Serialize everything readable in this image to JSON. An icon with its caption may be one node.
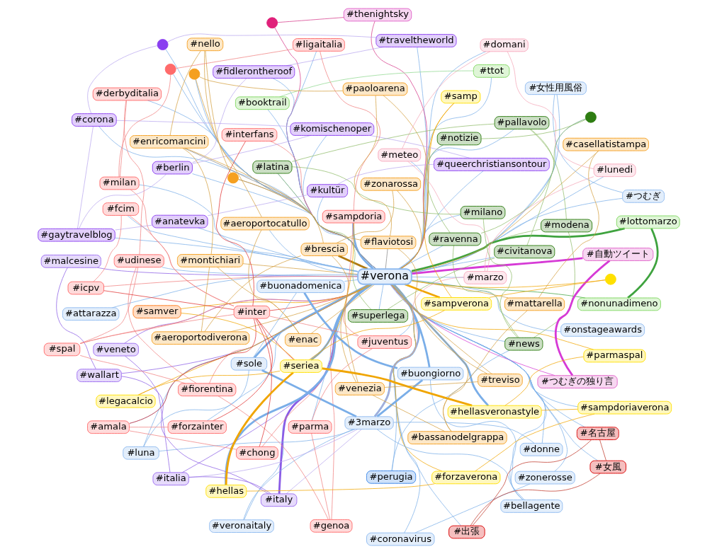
{
  "diagram": {
    "nodes": [
      {
        "text": [
          "#verona"
        ]
      },
      {
        "text": [
          "#3marzo"
        ]
      },
      {
        "text": [
          "#sole"
        ]
      },
      {
        "text": [
          "#buonadomenica"
        ]
      },
      {
        "text": [
          "#buongiorno"
        ]
      },
      {
        "text": [
          "#luna"
        ]
      },
      {
        "text": [
          "#veronaitaly"
        ]
      },
      {
        "text": [
          "#donne"
        ]
      },
      {
        "text": [
          "#coronavirus"
        ]
      },
      {
        "text": [
          "#zonerosse"
        ]
      },
      {
        "text": [
          "#bellagente"
        ]
      },
      {
        "text": [
          "#attarazza"
        ]
      },
      {
        "text": [
          "#onstageawards"
        ]
      },
      {
        "text": [
          "#つむぎ"
        ]
      },
      {
        "text": [
          "#女性用風俗"
        ]
      },
      {
        "text": [
          "#italia"
        ]
      },
      {
        "text": [
          "#italy"
        ]
      },
      {
        "text": [
          "#veneto"
        ]
      },
      {
        "text": [
          "#wallart"
        ]
      },
      {
        "text": [
          "#malcesine"
        ]
      },
      {
        "text": [
          "#marzo"
        ]
      },
      {
        "text": [
          "#meteo"
        ]
      },
      {
        "text": [
          "#lunedi"
        ]
      },
      {
        "text": [
          "#domani"
        ]
      },
      {
        "text": [
          "#pallavolo"
        ]
      },
      {
        "text": [
          "#ravenna"
        ]
      },
      {
        "text": [
          "#modena"
        ]
      },
      {
        "text": [
          "#notizie"
        ]
      },
      {
        "text": [
          "#perugia"
        ]
      },
      {
        "text": [
          "#news"
        ]
      },
      {
        "text": [],
        "shape": "circle"
      },
      {
        "text": [
          "#civitanova"
        ]
      },
      {
        "text": [
          "#superlega"
        ]
      },
      {
        "text": [
          "#latina"
        ]
      },
      {
        "text": [
          "#milano"
        ]
      },
      {
        "text": [
          "#berlin"
        ]
      },
      {
        "text": [
          "#fidlerontheroof"
        ]
      },
      {
        "text": [
          "#traveltheworld"
        ]
      },
      {
        "text": [
          "#gaytravelblog"
        ]
      },
      {
        "text": [
          "#anatevka"
        ]
      },
      {
        "text": [],
        "shape": "circle"
      },
      {
        "text": [
          "#corona"
        ]
      },
      {
        "text": [
          "#komischenoper"
        ]
      },
      {
        "text": [
          "#kultür"
        ]
      },
      {
        "text": [
          "#queerchristiansontour"
        ]
      },
      {
        "text": [
          "#出張"
        ]
      },
      {
        "text": [
          "#名古屋"
        ]
      },
      {
        "text": [
          "#女風"
        ]
      },
      {
        "text": [
          "#lottomarzo"
        ]
      },
      {
        "text": [
          "#nonunadimeno"
        ]
      },
      {
        "text": [
          "#booktrail"
        ]
      },
      {
        "text": [
          "#ttot"
        ]
      },
      {
        "text": [
          "#thenightsky"
        ]
      },
      {
        "text": [],
        "shape": "circle"
      },
      {
        "text": [
          "#自動ツイート"
        ]
      },
      {
        "text": [
          "#つむぎの独り言"
        ]
      },
      {
        "text": [
          "#spal"
        ]
      },
      {
        "text": [
          "#udinese"
        ]
      },
      {
        "text": [
          "#derbyditalia"
        ]
      },
      {
        "text": [
          "#milan"
        ]
      },
      {
        "text": [],
        "shape": "circle"
      },
      {
        "text": [
          "#ligaitalia"
        ]
      },
      {
        "text": [
          "#fiorentina"
        ]
      },
      {
        "text": [
          "#sampdoria"
        ]
      },
      {
        "text": [
          "#genoa"
        ]
      },
      {
        "text": [
          "#parma"
        ]
      },
      {
        "text": [
          "#juventus"
        ]
      },
      {
        "text": [
          "#inter"
        ]
      },
      {
        "text": [
          "#chong"
        ]
      },
      {
        "text": [
          "#amala"
        ]
      },
      {
        "text": [
          "#forzainter"
        ]
      },
      {
        "text": [
          "#interfans"
        ]
      },
      {
        "text": [
          "#fcim"
        ]
      },
      {
        "text": [
          "#icpv"
        ]
      },
      {
        "text": [
          "#seriea"
        ]
      },
      {
        "text": [
          "#forzaverona"
        ]
      },
      {
        "text": [
          "#sampdoriaverona"
        ]
      },
      {
        "text": [
          "#hellasveronastyle"
        ]
      },
      {
        "text": [
          "#hellas"
        ]
      },
      {
        "text": [
          "#parmaspal"
        ]
      },
      {
        "text": [
          "#samver"
        ]
      },
      {
        "text": [
          "#legacalcio"
        ]
      },
      {
        "text": [],
        "shape": "circle"
      },
      {
        "text": [
          "#sampverona"
        ]
      },
      {
        "text": [
          "#samp"
        ]
      },
      {
        "text": [
          "#enricomancini"
        ]
      },
      {
        "text": [
          "#nello"
        ]
      },
      {
        "text": [],
        "shape": "circle"
      },
      {
        "text": [
          "#montichiari"
        ]
      },
      {
        "text": [
          "#flaviotosi"
        ]
      },
      {
        "text": [
          "#paoloarena"
        ]
      },
      {
        "text": [
          "#aeroportodiverona"
        ]
      },
      {
        "text": [
          "#zonarossa"
        ]
      },
      {
        "text": [],
        "shape": "circle"
      },
      {
        "text": [
          "#aeroportocatullo"
        ]
      },
      {
        "text": [
          "#brescia"
        ]
      },
      {
        "text": [
          "#venezia"
        ]
      },
      {
        "text": [
          "#enac"
        ]
      },
      {
        "text": [
          "#treviso"
        ]
      },
      {
        "text": [
          "#bassanodelgrappa"
        ]
      },
      {
        "text": [
          "#mattarella"
        ]
      },
      {
        "text": [
          "#casellatistampa"
        ]
      }
    ],
    "edges": [
      {
        "from": 0,
        "to": 1,
        "arrow": "none",
        "style": "thick"
      },
      {
        "from": 0,
        "to": 2,
        "arrow": "none",
        "style": "thick"
      },
      {
        "from": 0,
        "to": 3,
        "arrow": "none"
      },
      {
        "from": 0,
        "to": 4,
        "arrow": "none",
        "style": "thick"
      },
      {
        "from": 0,
        "to": 5,
        "arrow": "none"
      },
      {
        "from": 0,
        "to": 6,
        "arrow": "none"
      },
      {
        "from": 0,
        "to": 7,
        "arrow": "none"
      },
      {
        "from": 0,
        "to": 8,
        "arrow": "none"
      },
      {
        "from": 0,
        "to": 9,
        "arrow": "none"
      },
      {
        "from": 0,
        "to": 10,
        "arrow": "none"
      },
      {
        "from": 0,
        "to": 11,
        "arrow": "none"
      },
      {
        "from": 0,
        "to": 12,
        "arrow": "none"
      },
      {
        "from": 0,
        "to": 13,
        "arrow": "none"
      },
      {
        "from": 0,
        "to": 14,
        "arrow": "none"
      },
      {
        "from": 0,
        "to": 15,
        "arrow": "none",
        "color": "#8a5ce6"
      },
      {
        "from": 0,
        "to": 16,
        "arrow": "none",
        "style": "thick",
        "color": "#8a5ce6"
      },
      {
        "from": 0,
        "to": 17,
        "arrow": "none",
        "color": "#8a5ce6"
      },
      {
        "from": 0,
        "to": 18,
        "arrow": "none",
        "color": "#8a5ce6"
      },
      {
        "from": 0,
        "to": 19,
        "arrow": "none",
        "color": "#8a5ce6"
      },
      {
        "from": 0,
        "to": 20,
        "arrow": "none"
      },
      {
        "from": 0,
        "to": 21,
        "arrow": "none"
      },
      {
        "from": 0,
        "to": 22,
        "arrow": "none"
      },
      {
        "from": 0,
        "to": 23,
        "arrow": "none"
      },
      {
        "from": 0,
        "to": 24,
        "arrow": "none"
      },
      {
        "from": 0,
        "to": 25,
        "arrow": "none"
      },
      {
        "from": 0,
        "to": 26,
        "arrow": "none",
        "color": "#8fbc6a"
      },
      {
        "from": 0,
        "to": 27,
        "arrow": "none"
      },
      {
        "from": 0,
        "to": 28,
        "arrow": "none"
      },
      {
        "from": 0,
        "to": 29,
        "arrow": "none"
      },
      {
        "from": 0,
        "to": 30,
        "arrow": "none"
      },
      {
        "from": 0,
        "to": 31,
        "arrow": "none"
      },
      {
        "from": 0,
        "to": 32,
        "arrow": "none"
      },
      {
        "from": 0,
        "to": 33,
        "arrow": "none"
      },
      {
        "from": 0,
        "to": 34,
        "arrow": "none"
      },
      {
        "from": 0,
        "to": 35,
        "arrow": "none"
      },
      {
        "from": 0,
        "to": 36,
        "arrow": "none"
      },
      {
        "from": 0,
        "to": 37,
        "arrow": "none"
      },
      {
        "from": 0,
        "to": 38,
        "arrow": "none"
      },
      {
        "from": 0,
        "to": 39,
        "arrow": "none"
      },
      {
        "from": 0,
        "to": 40,
        "arrow": "none"
      },
      {
        "from": 0,
        "to": 41,
        "arrow": "none"
      },
      {
        "from": 0,
        "to": 42,
        "arrow": "none"
      },
      {
        "from": 0,
        "to": 43,
        "arrow": "none"
      },
      {
        "from": 0,
        "to": 44,
        "arrow": "none"
      },
      {
        "from": 0,
        "to": 45,
        "arrow": "none"
      },
      {
        "from": 0,
        "to": 46,
        "arrow": "none"
      },
      {
        "from": 0,
        "to": 47,
        "arrow": "none"
      },
      {
        "from": 0,
        "to": 48,
        "arrow": "none",
        "style": "thick",
        "color": "#3fa33f"
      },
      {
        "from": 0,
        "to": 49,
        "arrow": "none",
        "color": "#3fa33f"
      },
      {
        "from": 0,
        "to": 50,
        "arrow": "none"
      },
      {
        "from": 0,
        "to": 51,
        "arrow": "none"
      },
      {
        "from": 0,
        "to": 52,
        "arrow": "none",
        "color": "#d63a8a"
      },
      {
        "from": 0,
        "to": 53,
        "arrow": "none",
        "color": "#d63a8a"
      },
      {
        "from": 0,
        "to": 54,
        "arrow": "none",
        "style": "thick",
        "color": "#d63ad6"
      },
      {
        "from": 0,
        "to": 55,
        "arrow": "none",
        "color": "#d63ad6"
      },
      {
        "from": 0,
        "to": 56,
        "arrow": "none",
        "color": "#f08080"
      },
      {
        "from": 0,
        "to": 57,
        "arrow": "none"
      },
      {
        "from": 0,
        "to": 58,
        "arrow": "none"
      },
      {
        "from": 0,
        "to": 59,
        "arrow": "none"
      },
      {
        "from": 0,
        "to": 60,
        "arrow": "none"
      },
      {
        "from": 0,
        "to": 61,
        "arrow": "none"
      },
      {
        "from": 0,
        "to": 62,
        "arrow": "none",
        "color": "#f08080"
      },
      {
        "from": 0,
        "to": 63,
        "arrow": "none",
        "style": "thick"
      },
      {
        "from": 0,
        "to": 64,
        "arrow": "none",
        "color": "#f08080"
      },
      {
        "from": 0,
        "to": 65,
        "arrow": "none"
      },
      {
        "from": 0,
        "to": 66,
        "arrow": "none"
      },
      {
        "from": 0,
        "to": 67,
        "arrow": "none",
        "color": "#e03030"
      },
      {
        "from": 0,
        "to": 68,
        "arrow": "none",
        "color": "#f08080"
      },
      {
        "from": 0,
        "to": 69,
        "arrow": "none"
      },
      {
        "from": 0,
        "to": 70,
        "arrow": "none"
      },
      {
        "from": 0,
        "to": 71,
        "arrow": "none",
        "color": "#f08080"
      },
      {
        "from": 0,
        "to": 72,
        "arrow": "none"
      },
      {
        "from": 0,
        "to": 73,
        "arrow": "none",
        "color": "#f08080"
      },
      {
        "from": 0,
        "to": 74,
        "arrow": "none",
        "style": "thick"
      },
      {
        "from": 0,
        "to": 75,
        "arrow": "none",
        "color": "#f0a500"
      },
      {
        "from": 0,
        "to": 76,
        "arrow": "none"
      },
      {
        "from": 0,
        "to": 77,
        "arrow": "none",
        "style": "thick"
      },
      {
        "from": 0,
        "to": 78,
        "arrow": "none",
        "style": "thick"
      },
      {
        "from": 0,
        "to": 79,
        "arrow": "none",
        "color": "#f0a500"
      },
      {
        "from": 0,
        "to": 80,
        "arrow": "none",
        "color": "#f0a500"
      },
      {
        "from": 0,
        "to": 81,
        "arrow": "none",
        "color": "#f0a500"
      },
      {
        "from": 0,
        "to": 82,
        "arrow": "none",
        "color": "#f0a500"
      },
      {
        "from": 0,
        "to": 83,
        "arrow": "none",
        "style": "thick",
        "color": "#f0a500"
      },
      {
        "from": 0,
        "to": 84,
        "arrow": "none",
        "color": "#f0a500"
      },
      {
        "from": 0,
        "to": 85,
        "arrow": "none",
        "color": "#888888"
      },
      {
        "from": 0,
        "to": 86,
        "arrow": "none",
        "color": "#d4a040"
      },
      {
        "from": 0,
        "to": 87,
        "arrow": "none",
        "color": "#888888"
      },
      {
        "from": 0,
        "to": 88,
        "arrow": "none",
        "color": "#d4a040"
      },
      {
        "from": 0,
        "to": 89,
        "arrow": "none",
        "color": "#888888"
      },
      {
        "from": 0,
        "to": 90,
        "arrow": "none",
        "color": "#d4a040"
      },
      {
        "from": 0,
        "to": 91,
        "arrow": "none",
        "color": "#d4a040"
      },
      {
        "from": 0,
        "to": 92,
        "arrow": "none",
        "color": "#d4a040"
      },
      {
        "from": 0,
        "to": 93,
        "arrow": "none"
      },
      {
        "from": 0,
        "to": 94,
        "arrow": "none"
      },
      {
        "from": 0,
        "to": 95,
        "arrow": "none",
        "style": "thick",
        "color": "#b07a10"
      },
      {
        "from": 0,
        "to": 96,
        "arrow": "none",
        "color": "#d4a040"
      },
      {
        "from": 0,
        "to": 97,
        "arrow": "none",
        "color": "#d4a040"
      },
      {
        "from": 0,
        "to": 98,
        "arrow": "none",
        "color": "#d4a040"
      },
      {
        "from": 0,
        "to": 99,
        "arrow": "none",
        "color": "#d4a040"
      },
      {
        "from": 0,
        "to": 100,
        "arrow": "none",
        "color": "#d4a040"
      },
      {
        "from": 0,
        "to": 101,
        "arrow": "none",
        "color": "#d4a040"
      },
      {
        "from": 1,
        "to": 2,
        "arrow": "none",
        "style": "thick"
      },
      {
        "from": 2,
        "to": 3,
        "arrow": "none"
      },
      {
        "from": 3,
        "to": 4,
        "arrow": "none",
        "style": "thick"
      },
      {
        "from": 1,
        "to": 4,
        "arrow": "none",
        "style": "thick"
      },
      {
        "from": 1,
        "to": 5,
        "arrow": "none"
      },
      {
        "from": 2,
        "to": 5,
        "arrow": "none"
      },
      {
        "from": 1,
        "to": 6,
        "arrow": "none"
      },
      {
        "from": 1,
        "to": 10,
        "arrow": "none"
      },
      {
        "from": 4,
        "to": 10,
        "arrow": "none"
      },
      {
        "from": 8,
        "to": 9,
        "arrow": "none"
      },
      {
        "from": 1,
        "to": 7,
        "arrow": "none"
      },
      {
        "from": 13,
        "to": 14,
        "arrow": "none"
      },
      {
        "from": 15,
        "to": 16,
        "arrow": "none",
        "color": "#8a5ce6"
      },
      {
        "from": 15,
        "to": 17,
        "arrow": "none",
        "color": "#8a5ce6"
      },
      {
        "from": 16,
        "to": 18,
        "arrow": "none",
        "color": "#8a5ce6"
      },
      {
        "from": 18,
        "to": 19,
        "arrow": "none",
        "color": "#8a5ce6"
      },
      {
        "from": 16,
        "to": 1,
        "arrow": "none",
        "color": "#b9a8ef"
      },
      {
        "from": 15,
        "to": 1,
        "arrow": "none",
        "color": "#b9a8ef"
      },
      {
        "from": 20,
        "to": 21,
        "arrow": "none",
        "color": "#f4a6b8"
      },
      {
        "from": 20,
        "to": 22,
        "arrow": "none",
        "color": "#f4a6b8"
      },
      {
        "from": 21,
        "to": 23,
        "arrow": "none",
        "color": "#f4a6b8"
      },
      {
        "from": 22,
        "to": 23,
        "arrow": "none",
        "color": "#f4a6b8"
      },
      {
        "from": 20,
        "to": 1,
        "arrow": "none",
        "color": "#f4a6b8"
      },
      {
        "from": 24,
        "to": 25,
        "arrow": "none",
        "color": "#8fbc6a"
      },
      {
        "from": 25,
        "to": 27,
        "arrow": "none",
        "color": "#8fbc6a"
      },
      {
        "from": 27,
        "to": 30,
        "arrow": "none",
        "color": "#8fbc6a"
      },
      {
        "from": 30,
        "to": 31,
        "arrow": "none",
        "color": "#8fbc6a"
      },
      {
        "from": 31,
        "to": 32,
        "arrow": "none",
        "color": "#8fbc6a"
      },
      {
        "from": 32,
        "to": 33,
        "arrow": "none",
        "color": "#8fbc6a"
      },
      {
        "from": 33,
        "to": 34,
        "arrow": "none",
        "color": "#8fbc6a"
      },
      {
        "from": 34,
        "to": 29,
        "arrow": "none",
        "color": "#8fbc6a"
      },
      {
        "from": 29,
        "to": 26,
        "arrow": "none",
        "color": "#8fbc6a"
      },
      {
        "from": 26,
        "to": 24,
        "arrow": "none",
        "color": "#8fbc6a"
      },
      {
        "from": 24,
        "to": 33,
        "arrow": "none",
        "color": "#8fbc6a"
      },
      {
        "from": 25,
        "to": 29,
        "arrow": "none",
        "color": "#8fbc6a"
      },
      {
        "from": 28,
        "to": 29,
        "arrow": "none"
      },
      {
        "from": 35,
        "to": 36,
        "arrow": "none",
        "color": "#b9a8ef"
      },
      {
        "from": 36,
        "to": 37,
        "arrow": "none",
        "color": "#b9a8ef"
      },
      {
        "from": 37,
        "to": 40,
        "arrow": "none",
        "color": "#b9a8ef"
      },
      {
        "from": 40,
        "to": 41,
        "arrow": "none",
        "color": "#b9a8ef"
      },
      {
        "from": 41,
        "to": 42,
        "arrow": "none",
        "color": "#b9a8ef"
      },
      {
        "from": 42,
        "to": 44,
        "arrow": "none",
        "color": "#b9a8ef"
      },
      {
        "from": 44,
        "to": 43,
        "arrow": "none",
        "color": "#b9a8ef"
      },
      {
        "from": 43,
        "to": 39,
        "arrow": "none",
        "color": "#b9a8ef"
      },
      {
        "from": 39,
        "to": 38,
        "arrow": "none",
        "color": "#b9a8ef"
      },
      {
        "from": 38,
        "to": 35,
        "arrow": "none",
        "color": "#b9a8ef"
      },
      {
        "from": 35,
        "to": 42,
        "arrow": "none",
        "color": "#b9a8ef"
      },
      {
        "from": 38,
        "to": 41,
        "arrow": "none",
        "color": "#b9a8ef"
      },
      {
        "from": 45,
        "to": 46,
        "arrow": "none",
        "color": "#c0392b"
      },
      {
        "from": 46,
        "to": 47,
        "arrow": "none",
        "color": "#c0392b"
      },
      {
        "from": 45,
        "to": 47,
        "arrow": "none",
        "color": "#c0392b"
      },
      {
        "from": 48,
        "to": 49,
        "arrow": "none",
        "style": "thick",
        "color": "#3fa33f"
      },
      {
        "from": 50,
        "to": 51,
        "arrow": "none",
        "color": "#8fd88f"
      },
      {
        "from": 52,
        "to": 53,
        "arrow": "none",
        "color": "#d63a8a"
      },
      {
        "from": 54,
        "to": 55,
        "arrow": "none",
        "style": "thick",
        "color": "#d63ad6"
      },
      {
        "from": 56,
        "to": 57,
        "arrow": "none",
        "color": "#f08080"
      },
      {
        "from": 57,
        "to": 58,
        "arrow": "none",
        "color": "#f08080"
      },
      {
        "from": 58,
        "to": 59,
        "arrow": "none",
        "color": "#f08080"
      },
      {
        "from": 59,
        "to": 60,
        "arrow": "none",
        "color": "#f08080"
      },
      {
        "from": 60,
        "to": 61,
        "arrow": "none",
        "color": "#f08080"
      },
      {
        "from": 61,
        "to": 63,
        "arrow": "none",
        "color": "#f08080"
      },
      {
        "from": 56,
        "to": 62,
        "arrow": "none",
        "color": "#f08080"
      },
      {
        "from": 62,
        "to": 64,
        "arrow": "none",
        "color": "#f08080"
      },
      {
        "from": 64,
        "to": 65,
        "arrow": "none",
        "color": "#f08080"
      },
      {
        "from": 65,
        "to": 66,
        "arrow": "none",
        "color": "#f08080"
      },
      {
        "from": 66,
        "to": 67,
        "arrow": "none",
        "color": "#f08080"
      },
      {
        "from": 57,
        "to": 62,
        "arrow": "none",
        "color": "#f08080"
      },
      {
        "from": 56,
        "to": 67,
        "arrow": "none",
        "color": "#f08080"
      },
      {
        "from": 59,
        "to": 67,
        "arrow": "none",
        "color": "#f08080"
      },
      {
        "from": 63,
        "to": 66,
        "arrow": "none",
        "color": "#f08080"
      },
      {
        "from": 67,
        "to": 68,
        "arrow": "none",
        "color": "#e03030"
      },
      {
        "from": 67,
        "to": 69,
        "arrow": "none",
        "color": "#e03030"
      },
      {
        "from": 67,
        "to": 70,
        "arrow": "none",
        "color": "#e03030"
      },
      {
        "from": 67,
        "to": 71,
        "arrow": "none",
        "color": "#e03030"
      },
      {
        "from": 67,
        "to": 72,
        "arrow": "none",
        "color": "#f08080"
      },
      {
        "from": 67,
        "to": 73,
        "arrow": "none",
        "color": "#e03030"
      },
      {
        "from": 69,
        "to": 70,
        "arrow": "none",
        "color": "#f08080"
      },
      {
        "from": 72,
        "to": 73,
        "arrow": "none",
        "color": "#f08080"
      },
      {
        "from": 68,
        "to": 69,
        "arrow": "none",
        "color": "#f08080"
      },
      {
        "from": 74,
        "to": 78,
        "arrow": "none",
        "style": "thick",
        "color": "#f0a500"
      },
      {
        "from": 74,
        "to": 77,
        "arrow": "none",
        "style": "thick",
        "color": "#f0a500"
      },
      {
        "from": 75,
        "to": 76,
        "arrow": "none",
        "color": "#f0a500"
      },
      {
        "from": 75,
        "to": 78,
        "arrow": "none",
        "color": "#f0a500"
      },
      {
        "from": 76,
        "to": 77,
        "arrow": "none",
        "color": "#f0a500"
      },
      {
        "from": 77,
        "to": 79,
        "arrow": "none",
        "color": "#f0a500"
      },
      {
        "from": 74,
        "to": 80,
        "arrow": "none",
        "color": "#f0a500"
      },
      {
        "from": 74,
        "to": 81,
        "arrow": "none",
        "color": "#f0a500"
      },
      {
        "from": 74,
        "to": 83,
        "arrow": "none",
        "color": "#f0a500"
      },
      {
        "from": 82,
        "to": 83,
        "arrow": "none",
        "color": "#f0a500"
      },
      {
        "from": 83,
        "to": 84,
        "arrow": "none",
        "color": "#f0a500"
      },
      {
        "from": 74,
        "to": 67,
        "arrow": "none",
        "color": "#e03030"
      },
      {
        "from": 74,
        "to": 63,
        "arrow": "none",
        "color": "#f0a500"
      },
      {
        "from": 85,
        "to": 86,
        "arrow": "none",
        "color": "#d4a040"
      },
      {
        "from": 86,
        "to": 87,
        "arrow": "none",
        "color": "#d4a040"
      },
      {
        "from": 85,
        "to": 88,
        "arrow": "none",
        "color": "#d4a040"
      },
      {
        "from": 87,
        "to": 89,
        "arrow": "none",
        "color": "#d4a040"
      },
      {
        "from": 89,
        "to": 90,
        "arrow": "none",
        "color": "#d4a040"
      },
      {
        "from": 88,
        "to": 91,
        "arrow": "none",
        "color": "#d4a040"
      },
      {
        "from": 91,
        "to": 95,
        "arrow": "none",
        "color": "#d4a040"
      },
      {
        "from": 95,
        "to": 96,
        "arrow": "none",
        "color": "#d4a040"
      },
      {
        "from": 96,
        "to": 98,
        "arrow": "none",
        "color": "#d4a040"
      },
      {
        "from": 94,
        "to": 97,
        "arrow": "none",
        "color": "#d4a040"
      },
      {
        "from": 93,
        "to": 94,
        "arrow": "none",
        "color": "#d4a040"
      },
      {
        "from": 90,
        "to": 93,
        "arrow": "none",
        "color": "#d4a040"
      },
      {
        "from": 85,
        "to": 95,
        "arrow": "none",
        "color": "#d4a040"
      },
      {
        "from": 89,
        "to": 98,
        "arrow": "none",
        "color": "#d4a040"
      },
      {
        "from": 92,
        "to": 95,
        "arrow": "none",
        "color": "#d4a040"
      },
      {
        "from": 99,
        "to": 100,
        "arrow": "none",
        "color": "#d4a040"
      },
      {
        "from": 100,
        "to": 101,
        "arrow": "none",
        "color": "#d4a040"
      },
      {
        "from": 99,
        "to": 96,
        "arrow": "none",
        "color": "#d4a040"
      },
      {
        "from": 88,
        "to": 97,
        "arrow": "none",
        "color": "#d4a040"
      }
    ]
  }
}
